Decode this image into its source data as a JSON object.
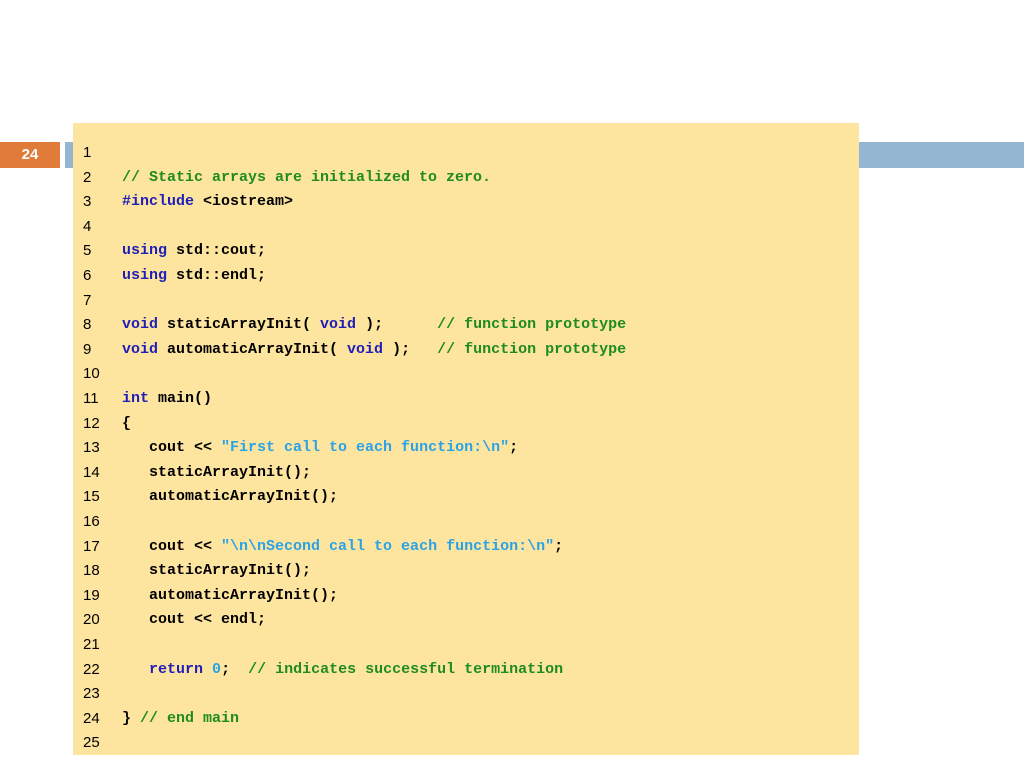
{
  "slide": {
    "number": "24"
  },
  "colors": {
    "panel": "#fde49f",
    "accent": "#e07b39",
    "bar": "#94b6d2",
    "comment": "#1e8c1e",
    "keyword": "#1f1fb8",
    "string": "#2aa3e6"
  },
  "code": {
    "lines": [
      {
        "n": "1",
        "tokens": []
      },
      {
        "n": "2",
        "tokens": [
          {
            "t": "c",
            "v": "// Static arrays are initialized to zero."
          }
        ]
      },
      {
        "n": "3",
        "tokens": [
          {
            "t": "k",
            "v": "#include"
          },
          {
            "t": "d",
            "v": " <iostream>"
          }
        ]
      },
      {
        "n": "4",
        "tokens": []
      },
      {
        "n": "5",
        "tokens": [
          {
            "t": "k",
            "v": "using"
          },
          {
            "t": "d",
            "v": " std::cout;"
          }
        ]
      },
      {
        "n": "6",
        "tokens": [
          {
            "t": "k",
            "v": "using"
          },
          {
            "t": "d",
            "v": " std::endl;"
          }
        ]
      },
      {
        "n": "7",
        "tokens": []
      },
      {
        "n": "8",
        "tokens": [
          {
            "t": "k",
            "v": "void"
          },
          {
            "t": "d",
            "v": " staticArrayInit( "
          },
          {
            "t": "k",
            "v": "void"
          },
          {
            "t": "d",
            "v": " );      "
          },
          {
            "t": "c",
            "v": "// function prototype"
          }
        ]
      },
      {
        "n": "9",
        "tokens": [
          {
            "t": "k",
            "v": "void"
          },
          {
            "t": "d",
            "v": " automaticArrayInit( "
          },
          {
            "t": "k",
            "v": "void"
          },
          {
            "t": "d",
            "v": " );   "
          },
          {
            "t": "c",
            "v": "// function prototype"
          }
        ]
      },
      {
        "n": "10",
        "tokens": []
      },
      {
        "n": "11",
        "tokens": [
          {
            "t": "k",
            "v": "int"
          },
          {
            "t": "d",
            "v": " main()"
          }
        ]
      },
      {
        "n": "12",
        "tokens": [
          {
            "t": "d",
            "v": "{"
          }
        ]
      },
      {
        "n": "13",
        "tokens": [
          {
            "t": "d",
            "v": "   cout << "
          },
          {
            "t": "s",
            "v": "\"First call to each function:\\n\""
          },
          {
            "t": "d",
            "v": ";"
          }
        ]
      },
      {
        "n": "14",
        "tokens": [
          {
            "t": "d",
            "v": "   staticArrayInit();"
          }
        ]
      },
      {
        "n": "15",
        "tokens": [
          {
            "t": "d",
            "v": "   automaticArrayInit();"
          }
        ]
      },
      {
        "n": "16",
        "tokens": []
      },
      {
        "n": "17",
        "tokens": [
          {
            "t": "d",
            "v": "   cout << "
          },
          {
            "t": "s",
            "v": "\"\\n\\nSecond call to each function:\\n\""
          },
          {
            "t": "d",
            "v": ";"
          }
        ]
      },
      {
        "n": "18",
        "tokens": [
          {
            "t": "d",
            "v": "   staticArrayInit();"
          }
        ]
      },
      {
        "n": "19",
        "tokens": [
          {
            "t": "d",
            "v": "   automaticArrayInit();"
          }
        ]
      },
      {
        "n": "20",
        "tokens": [
          {
            "t": "d",
            "v": "   cout << endl;"
          }
        ]
      },
      {
        "n": "21",
        "tokens": []
      },
      {
        "n": "22",
        "tokens": [
          {
            "t": "d",
            "v": "   "
          },
          {
            "t": "k",
            "v": "return"
          },
          {
            "t": "d",
            "v": " "
          },
          {
            "t": "n",
            "v": "0"
          },
          {
            "t": "d",
            "v": ";  "
          },
          {
            "t": "c",
            "v": "// indicates successful termination"
          }
        ]
      },
      {
        "n": "23",
        "tokens": []
      },
      {
        "n": "24",
        "tokens": [
          {
            "t": "d",
            "v": "} "
          },
          {
            "t": "c",
            "v": "// end main"
          }
        ]
      },
      {
        "n": "25",
        "tokens": []
      }
    ]
  }
}
